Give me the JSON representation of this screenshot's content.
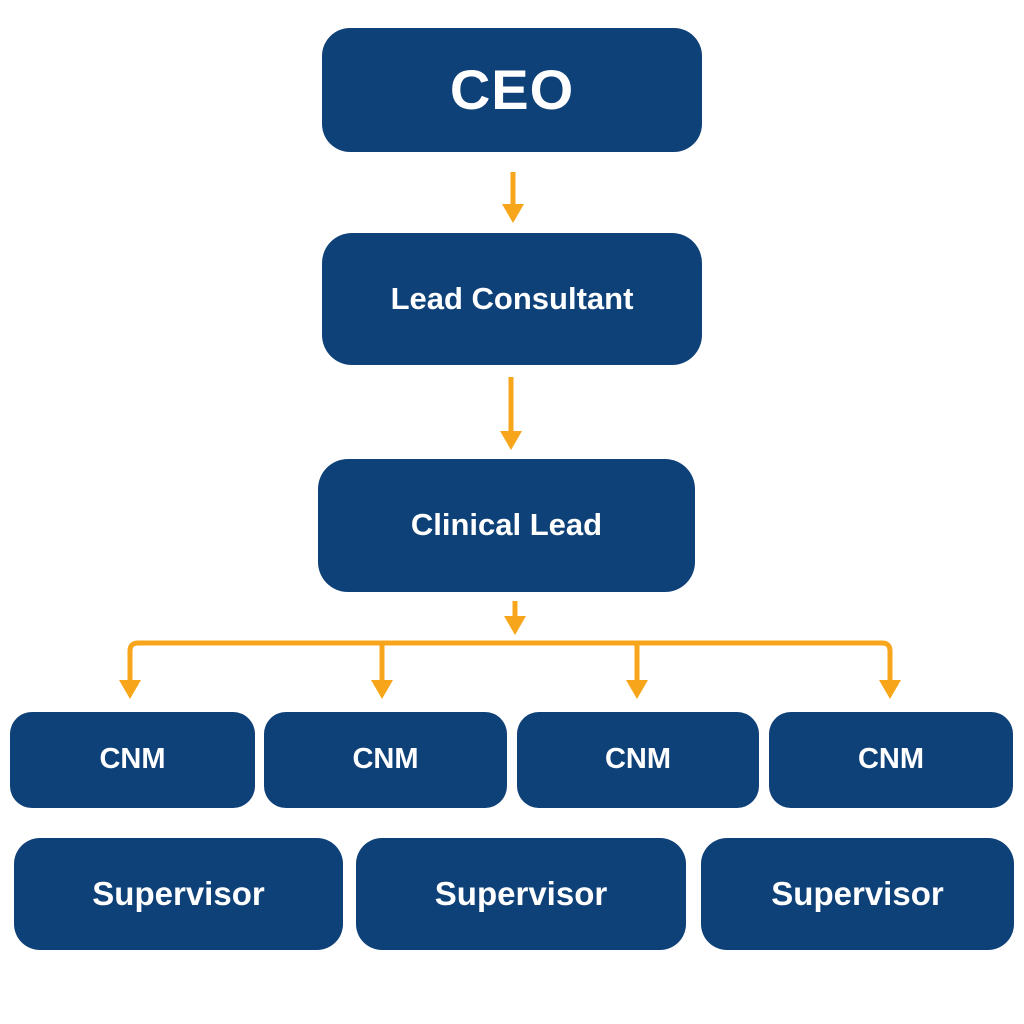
{
  "colors": {
    "node_fill": "#0f4179",
    "node_text": "#ffffff",
    "connector": "#f7a61c",
    "canvas_background": "#ffffff"
  },
  "org_chart": {
    "type": "org-tree",
    "levels": [
      {
        "nodes": [
          {
            "label": "CEO"
          }
        ]
      },
      {
        "nodes": [
          {
            "label": "Lead Consultant"
          }
        ]
      },
      {
        "nodes": [
          {
            "label": "Clinical Lead"
          }
        ]
      },
      {
        "nodes": [
          {
            "label": "CNM"
          },
          {
            "label": "CNM"
          },
          {
            "label": "CNM"
          },
          {
            "label": "CNM"
          }
        ]
      },
      {
        "nodes": [
          {
            "label": "Supervisor"
          },
          {
            "label": "Supervisor"
          },
          {
            "label": "Supervisor"
          }
        ]
      }
    ],
    "connections": [
      {
        "from": "CEO",
        "to": "Lead Consultant"
      },
      {
        "from": "Lead Consultant",
        "to": "Clinical Lead"
      },
      {
        "from": "Clinical Lead",
        "to": "CNM",
        "branches": 4
      }
    ]
  }
}
